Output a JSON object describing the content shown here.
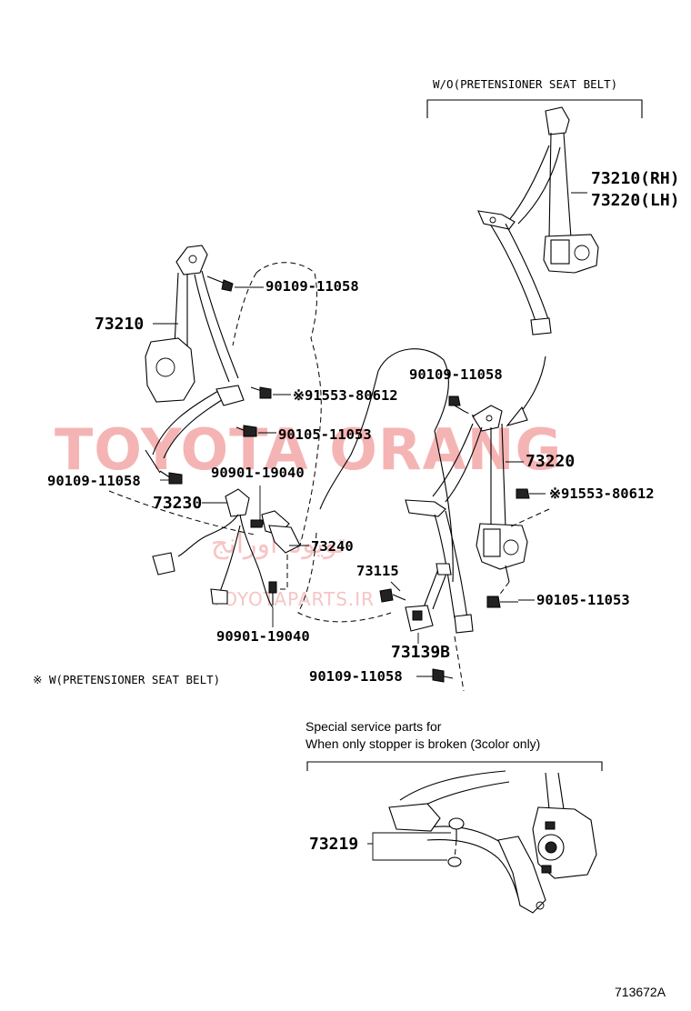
{
  "header": {
    "wo_pretensioner": "W/O(PRETENSIONER SEAT BELT)"
  },
  "labels": {
    "p73210_rh": "73210(RH)",
    "p73220_lh": "73220(LH)",
    "p73210": "73210",
    "p90109_top_left": "90109-11058",
    "p91553_left": "※91553-80612",
    "p90105_left": "90105-11053",
    "p90109_left": "90109-11058",
    "p90901_upper": "90901-19040",
    "p73230": "73230",
    "p73240": "73240",
    "p90901_lower": "90901-19040",
    "p90109_right": "90109-11058",
    "p73220": "73220",
    "p91553_right": "※91553-80612",
    "p73115": "73115",
    "p90105_right": "90105-11053",
    "p73139b": "73139B",
    "p90109_bottom": "90109-11058"
  },
  "legend": {
    "w_pretensioner": "※ W(PRETENSIONER SEAT BELT)"
  },
  "special": {
    "line1": "Special service parts for",
    "line2": "When only stopper is broken (3color only)",
    "part": "73219"
  },
  "watermark": {
    "main": "TOYOTA ORANG",
    "arabic": "تويوتا اورانج",
    "site": "TOYOTAPARTS.IR"
  },
  "footer": {
    "figure_code": "713672A"
  }
}
